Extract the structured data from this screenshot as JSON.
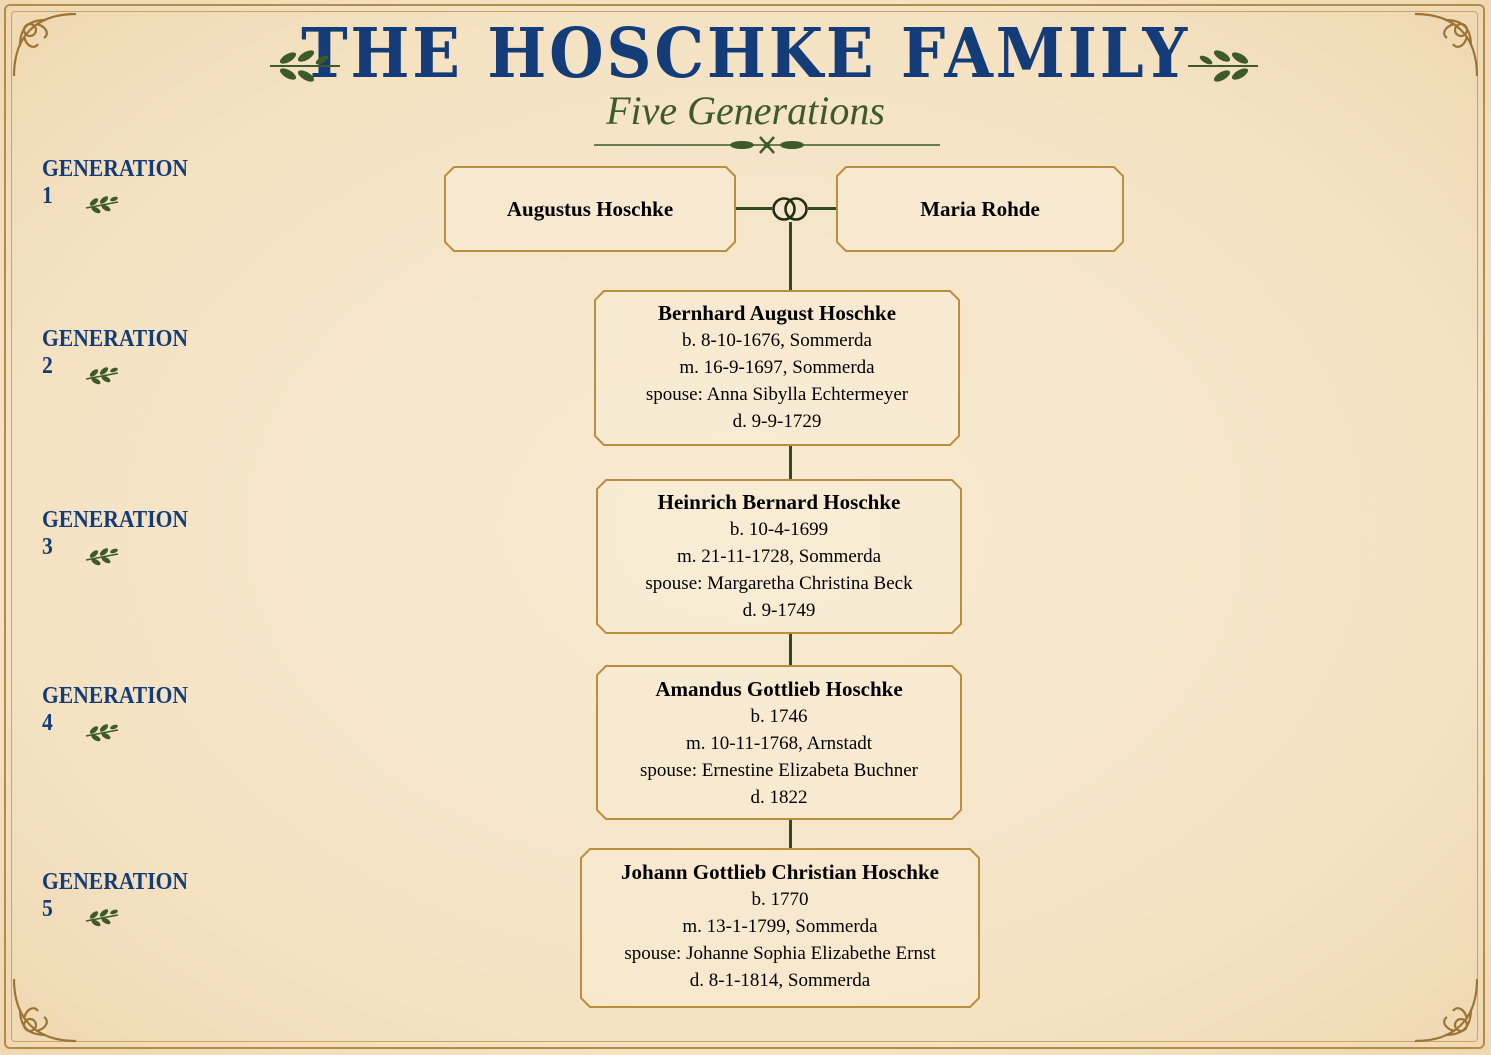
{
  "title": "THE HOSCHKE FAMILY",
  "subtitle": "Five Generations",
  "generations": [
    {
      "label": "GENERATION 1"
    },
    {
      "label": "GENERATION 2"
    },
    {
      "label": "GENERATION 3"
    },
    {
      "label": "GENERATION 4"
    },
    {
      "label": "GENERATION 5"
    }
  ],
  "couple": {
    "husband": "Augustus Hoschke",
    "wife": "Maria Rohde"
  },
  "people": [
    {
      "name": "Bernhard August Hoschke",
      "born": "b. 8-10-1676, Sommerda",
      "married": "m. 16-9-1697, Sommerda",
      "spouse": "spouse: Anna Sibylla Echtermeyer",
      "died": "d. 9-9-1729"
    },
    {
      "name": "Heinrich Bernard Hoschke",
      "born": "b. 10-4-1699",
      "married": "m. 21-11-1728, Sommerda",
      "spouse": "spouse: Margaretha Christina Beck",
      "died": "d. 9-1749"
    },
    {
      "name": "Amandus Gottlieb Hoschke",
      "born": "b. 1746",
      "married": "m. 10-11-1768, Arnstadt",
      "spouse": "spouse: Ernestine Elizabeta Buchner",
      "died": "d. 1822"
    },
    {
      "name": "Johann Gottlieb Christian Hoschke",
      "born": "b. 1770",
      "married": "m. 13-1-1799, Sommerda",
      "spouse": "spouse: Johanne Sophia Elizabethe Ernst",
      "died": "d. 8-1-1814, Sommerda"
    }
  ],
  "colors": {
    "title": "#143c78",
    "accent_green": "#3d5a2a",
    "border_gold": "#b98e3e",
    "background": "#f6e7cb"
  }
}
